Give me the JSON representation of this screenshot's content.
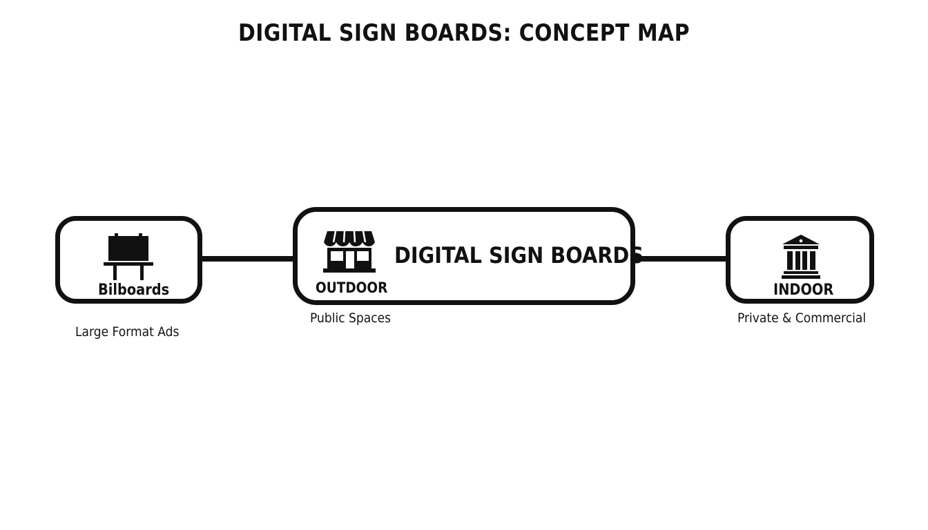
{
  "title": "DIGITAL SIGN BOARDS: CONCEPT MAP",
  "center_node": {
    "title": "DIGITAL SIGN BOARDS",
    "sublabel": "OUTDOOR",
    "icon": "storefront-icon",
    "caption": "Public Spaces"
  },
  "left_node": {
    "label": "Bilboards",
    "icon": "billboard-icon",
    "caption": "Large Format Ads"
  },
  "right_node": {
    "label": "INDOOR",
    "icon": "building-columns-icon",
    "caption": "Private & Commercial"
  },
  "colors": {
    "stroke": "#111111",
    "background": "#ffffff"
  }
}
